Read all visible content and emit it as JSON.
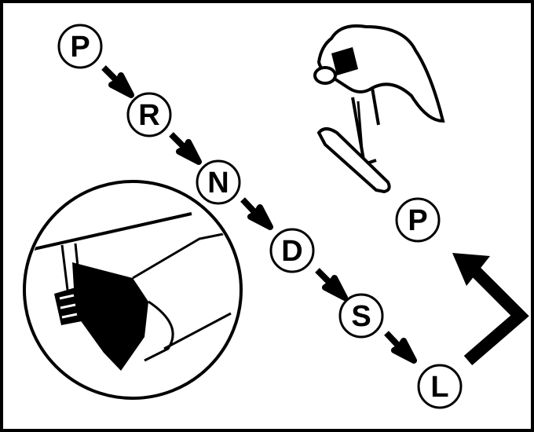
{
  "sequence": {
    "positions": [
      {
        "label": "P"
      },
      {
        "label": "R"
      },
      {
        "label": "N"
      },
      {
        "label": "D"
      },
      {
        "label": "S"
      },
      {
        "label": "L"
      }
    ]
  },
  "return_position": {
    "label": "P"
  },
  "colors": {
    "ink": "#000000",
    "paper": "#ffffff"
  },
  "icons": [
    "hand-on-lever-icon",
    "shift-lever-closeup-icon",
    "down-right-arrow-icon",
    "return-arrow-icon"
  ]
}
